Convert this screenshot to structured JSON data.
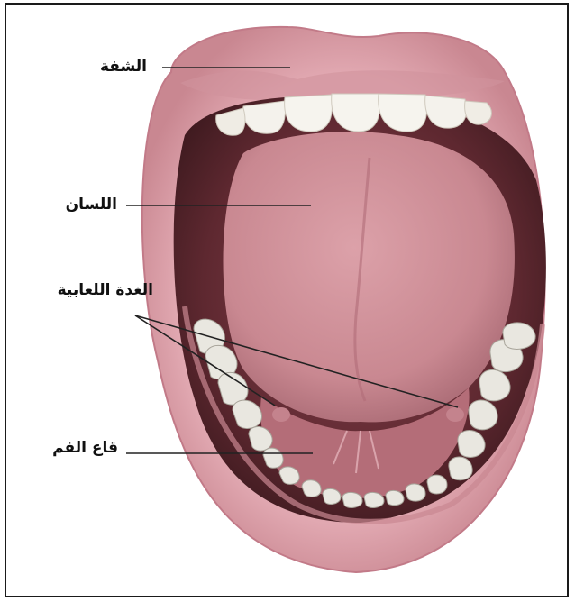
{
  "labels": {
    "lip": "الشفة",
    "tongue": "اللسان",
    "salivary_gland": "الغدة اللعابية",
    "mouth_floor": "قاع الفم"
  },
  "colors": {
    "frame": "#1a1a1a",
    "lip": "#d99aa5",
    "lip_edge": "#c27a88",
    "cavity": "#6b3038",
    "tongue": "#cf8c95",
    "teeth": "#f4f2ec",
    "gum": "#b87380",
    "leader": "#222222"
  }
}
